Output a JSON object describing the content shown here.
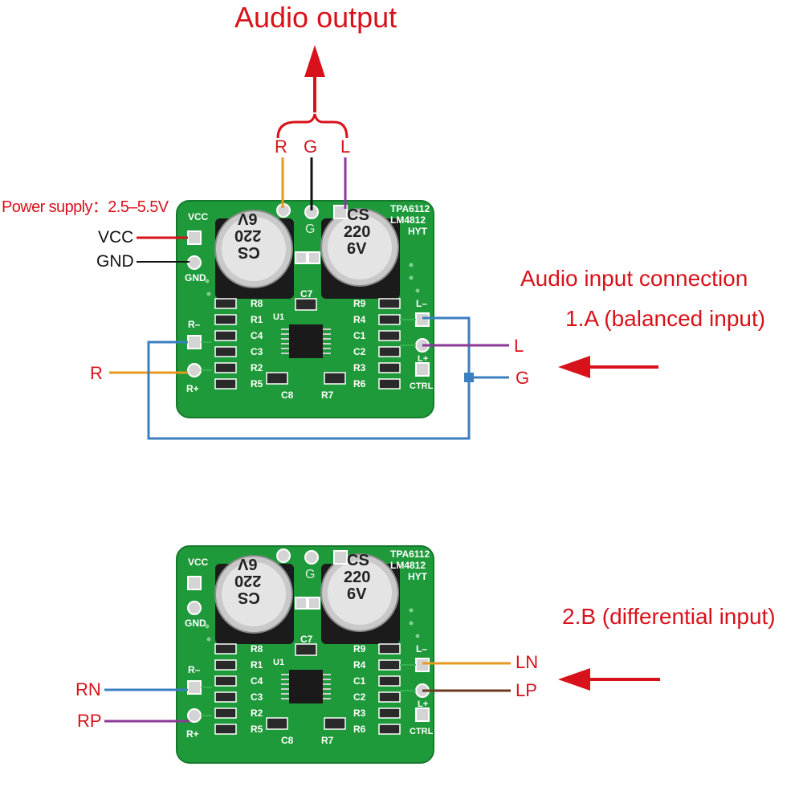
{
  "header": {
    "audio_output": "Audio output"
  },
  "output_pins": {
    "r": "R",
    "g": "G",
    "l": "L"
  },
  "power": {
    "title": "Power supply：2.5–5.5V",
    "vcc": "VCC",
    "gnd": "GND"
  },
  "section_a": {
    "heading": "Audio input connection",
    "mode": "1.A (balanced input)",
    "r_label": "R",
    "l_label": "L",
    "g_label": "G"
  },
  "section_b": {
    "mode": "2.B (differential input)",
    "rn": "RN",
    "rp": "RP",
    "ln": "LN",
    "lp": "LP"
  },
  "board": {
    "silk_vcc": "VCC",
    "silk_gnd": "GND",
    "silk_rminus": "R–",
    "silk_rplus": "R+",
    "silk_lminus": "L–",
    "silk_lplus": "L+",
    "silk_ctrl": "CTRL",
    "silk_g": "G",
    "silk_model1": "TPA6112",
    "silk_model2": "LM4812",
    "silk_hyt": "HYT",
    "silk_u1": "U1",
    "cap_left_line1": "6V",
    "cap_left_line2": "220",
    "cap_left_line3": "CS",
    "cap_right_line1": "CS",
    "cap_right_line2": "220",
    "cap_right_line3": "6V",
    "left_parts": [
      "R8",
      "R1",
      "C4",
      "C3",
      "R2",
      "R5"
    ],
    "right_parts": [
      "R9",
      "R4",
      "C1",
      "C2",
      "R3",
      "R6"
    ],
    "c7": "C7",
    "c8": "C8",
    "r7": "R7"
  },
  "colors": {
    "accent_red": "#d8121b",
    "wire_orange": "#e8981f",
    "wire_purple": "#8a3a96",
    "wire_blue": "#3b7fc0",
    "wire_brown": "#6b3a1f",
    "pcb_green": "#1f9a3a"
  }
}
